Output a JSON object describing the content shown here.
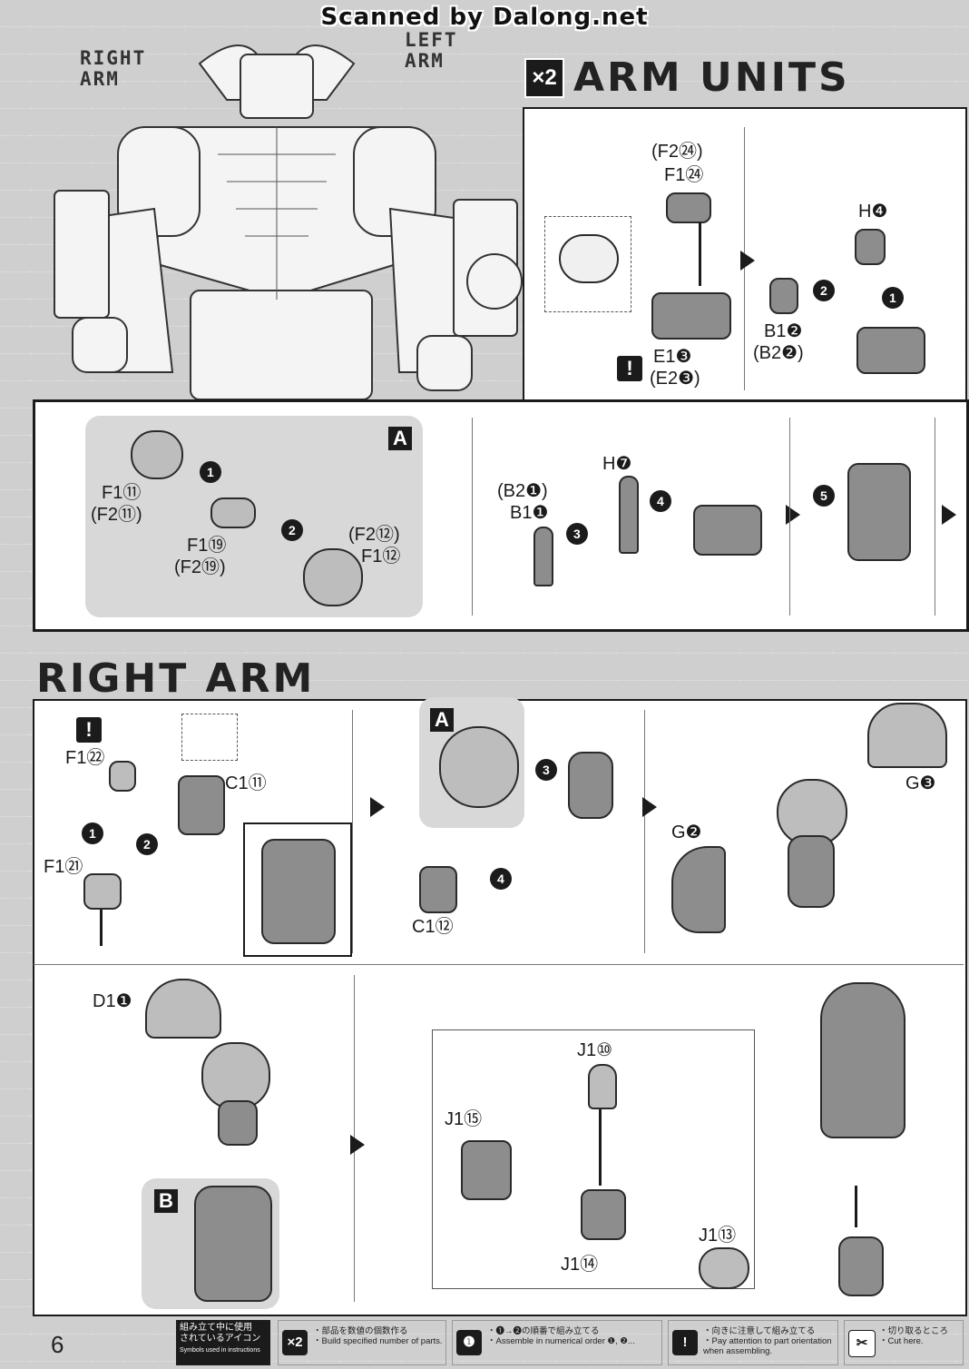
{
  "header": {
    "scan_credit": "Scanned by Dalong.net"
  },
  "hero": {
    "right_arm_callout": "RIGHT\nARM",
    "left_arm_callout": "LEFT\nARM"
  },
  "arm_units": {
    "title": "ARM UNITS",
    "multiplier": "×2",
    "top_labels": {
      "f2_24": "(F2㉔)",
      "f1_24": "F1㉔",
      "e1_3": "E1❸",
      "e2_3": "(E2❸)",
      "h4": "H❹",
      "b1_2": "B1❷",
      "b2_2": "(B2❷)"
    },
    "sub_a": {
      "box_letter": "A",
      "f1_11": "F1⑪",
      "f2_11": "(F2⑪)",
      "f1_19": "F1⑲",
      "f2_19": "(F2⑲)",
      "f2_12": "(F2⑫)",
      "f1_12": "F1⑫"
    },
    "mid_labels": {
      "b2_1": "(B2❶)",
      "b1_1": "B1❶",
      "h7": "H❼"
    }
  },
  "right_arm": {
    "title": "RIGHT ARM",
    "labels": {
      "f1_22": "F1㉒",
      "c1_11": "C1⑪",
      "f1_21": "F1㉑",
      "box_a": "A",
      "c1_12": "C1⑫",
      "g2": "G❷",
      "g3": "G❸",
      "d1_1": "D1❶",
      "box_b": "B",
      "j1_10": "J1⑩",
      "j1_15": "J1⑮",
      "j1_14": "J1⑭",
      "j1_13": "J1⑬"
    }
  },
  "legend": {
    "heading_jp": "組み立て中に使用\nされているアイコン",
    "heading_en": "Symbols used in instructions",
    "items": [
      {
        "icon": "×2",
        "jp": "・部品を数値の個数作る",
        "en": "・Build specified number of parts."
      },
      {
        "icon": "❶",
        "jp": "・❶→❷の順番で組み立てる",
        "en": "・Assemble in numerical order ❶, ❷..."
      },
      {
        "icon": "!",
        "jp": "・向きに注意して組み立てる",
        "en": "・Pay attention to part orientation\nwhen assembling."
      },
      {
        "icon": "✂",
        "jp": "・切り取るところ",
        "en": "・Cut here."
      }
    ]
  },
  "page": {
    "number": "6"
  }
}
